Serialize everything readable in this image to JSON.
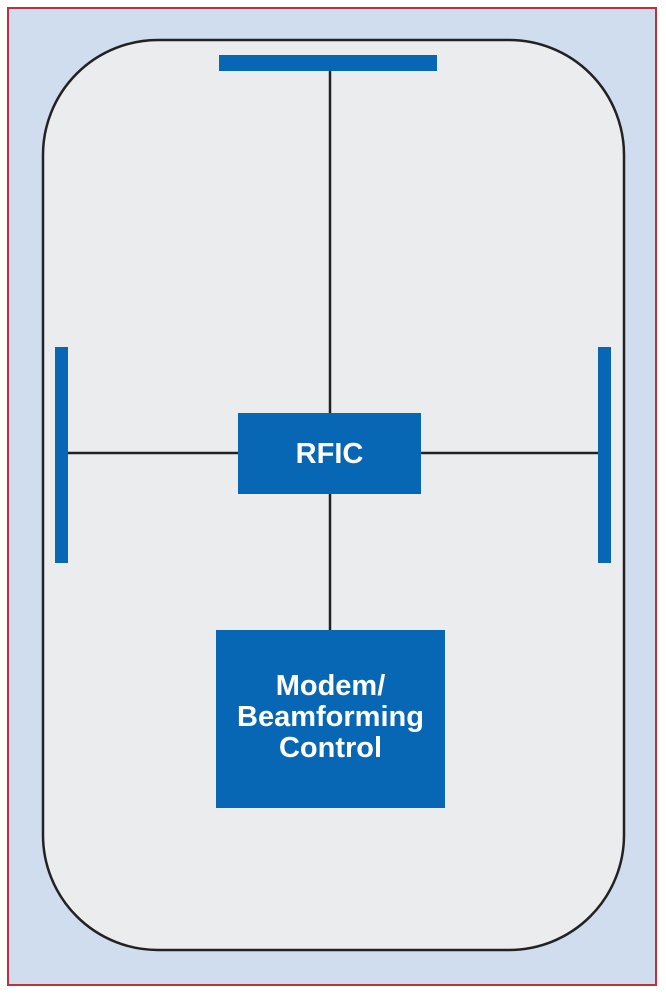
{
  "diagram": {
    "rfic_label": "RFIC",
    "modem_label_lines": [
      "Modem/",
      "Beamforming",
      "Control"
    ]
  },
  "colors": {
    "background": "#d0ddef",
    "border": "#c0303a",
    "device_body": "#ebecee",
    "device_outline": "#222222",
    "block_fill": "#0867b4",
    "antenna_fill": "#0867b4",
    "connector_line": "#222222"
  }
}
